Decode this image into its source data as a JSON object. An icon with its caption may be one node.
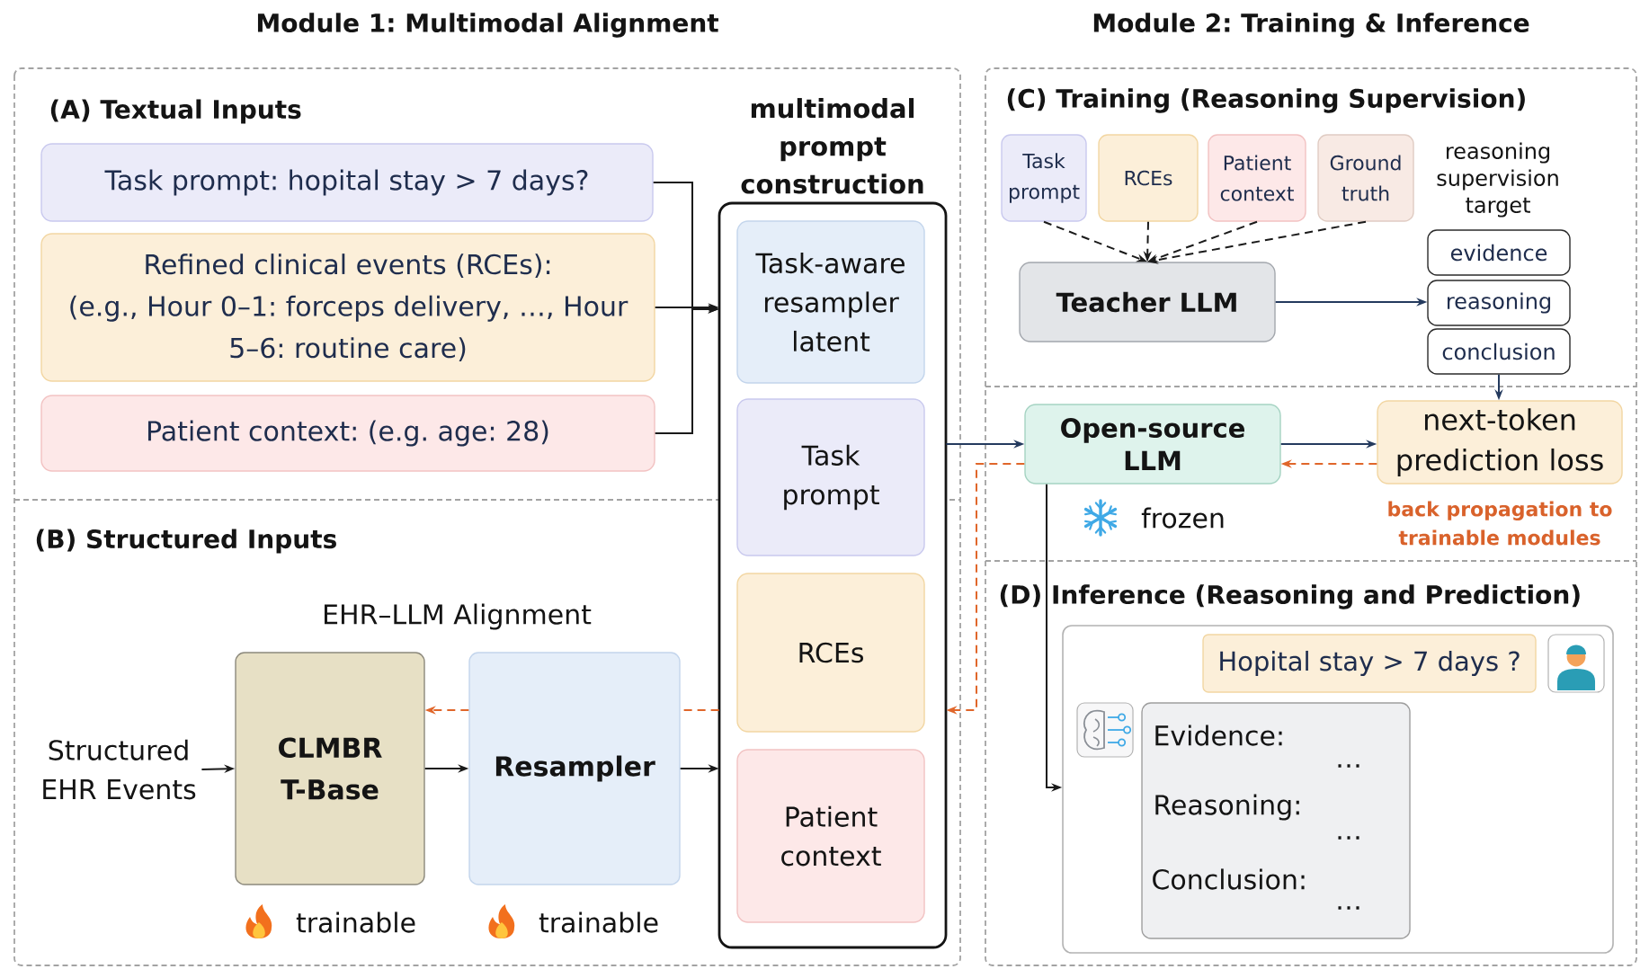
{
  "diagram": {
    "nodes": [
      {
        "text": [
          "Module 1: Multimodal Alignment",
          "(A) Textual Inputs",
          "(B) Structured Inputs"
        ]
      },
      {
        "text": [
          "Task prompt: hopital stay > 7 days?"
        ],
        "in": 0
      },
      {
        "text": [
          "Refined clinical events (RCEs):",
          "(e.g., Hour 0–1: forceps delivery, …, Hour 5–6: routine care)"
        ],
        "in": 0
      },
      {
        "text": [
          "Patient context: (e.g. age: 28)"
        ],
        "in": 0
      },
      {
        "text": [
          "multimodal prompt construction"
        ],
        "in": 0
      },
      {
        "text": [
          "Task-aware resampler latent"
        ],
        "in": 4
      },
      {
        "text": [
          "Task prompt"
        ],
        "in": 4
      },
      {
        "text": [
          "RCEs"
        ],
        "in": 4
      },
      {
        "text": [
          "Patient context"
        ],
        "in": 4
      },
      {
        "text": [
          "Structured EHR Events"
        ],
        "in": 0
      },
      {
        "text": [
          "CLMBR T-Base"
        ],
        "in": 0,
        "beside": [
          "trainable"
        ]
      },
      {
        "text": [
          "Resampler"
        ],
        "in": 0,
        "beside": [
          "trainable"
        ]
      },
      {
        "text": [
          "Module 2: Training & Inference",
          "(C) Training (Reasoning Supervision)",
          "(D) Inference (Reasoning and Prediction)"
        ]
      },
      {
        "text": [
          "Task prompt"
        ],
        "in": 12
      },
      {
        "text": [
          "RCEs"
        ],
        "in": 12
      },
      {
        "text": [
          "Patient context"
        ],
        "in": 12
      },
      {
        "text": [
          "Ground truth"
        ],
        "in": 12
      },
      {
        "text": [
          "Teacher LLM"
        ],
        "in": 12
      },
      {
        "text": [
          "evidence"
        ],
        "in": 12
      },
      {
        "text": [
          "reasoning"
        ],
        "in": 12
      },
      {
        "text": [
          "conclusion"
        ],
        "in": 12
      },
      {
        "text": [
          "Open-source LLM"
        ],
        "in": 12,
        "beside": [
          "frozen"
        ]
      },
      {
        "text": [
          "next-token prediction loss"
        ],
        "in": 12,
        "beside": [
          "back propagation to trainable modules"
        ]
      },
      {
        "text": [],
        "shape": "box",
        "in": 12
      },
      {
        "text": [
          "Hopital stay > 7 days ?"
        ],
        "in": 23
      },
      {
        "text": [
          "Evidence:",
          "…",
          "Reasoning:",
          "…",
          "Conclusion:",
          "…"
        ],
        "in": 23
      }
    ],
    "edges": [
      {
        "from": 1,
        "to": 4,
        "arrow": "to"
      },
      {
        "from": 2,
        "to": 4,
        "arrow": "to"
      },
      {
        "from": 3,
        "to": 4,
        "arrow": "to"
      },
      {
        "from": 9,
        "to": 10,
        "arrow": "to"
      },
      {
        "from": 10,
        "to": 11,
        "arrow": "to"
      },
      {
        "from": 11,
        "to": 4,
        "arrow": "to"
      },
      {
        "from": 4,
        "to": 21,
        "arrow": "to",
        "color": "#243a5e"
      },
      {
        "from": 13,
        "to": 17,
        "arrow": "to",
        "style": "dashed"
      },
      {
        "from": 14,
        "to": 17,
        "arrow": "to",
        "style": "dashed"
      },
      {
        "from": 15,
        "to": 17,
        "arrow": "to",
        "style": "dashed"
      },
      {
        "from": 16,
        "to": 17,
        "arrow": "to",
        "style": "dashed"
      },
      {
        "from": 17,
        "to": 19,
        "arrow": "to",
        "color": "#243a5e"
      },
      {
        "from": 20,
        "to": 22,
        "arrow": "to",
        "color": "#243a5e"
      },
      {
        "from": 21,
        "to": 22,
        "arrow": "to",
        "color": "#243a5e"
      },
      {
        "from": 22,
        "to": 21,
        "arrow": "to",
        "style": "dashed",
        "color": "#e0662a"
      },
      {
        "from": 21,
        "to": 4,
        "arrow": "to",
        "style": "dashed",
        "color": "#e0662a"
      },
      {
        "from": 4,
        "to": 11,
        "arrow": "none",
        "style": "dashed",
        "color": "#e0662a"
      },
      {
        "from": 11,
        "to": 10,
        "arrow": "to",
        "style": "dashed",
        "color": "#e0662a"
      },
      {
        "from": 21,
        "to": 23,
        "arrow": "to"
      }
    ],
    "labels": [
      "reasoning supervision target",
      "EHR–LLM Alignment"
    ]
  }
}
